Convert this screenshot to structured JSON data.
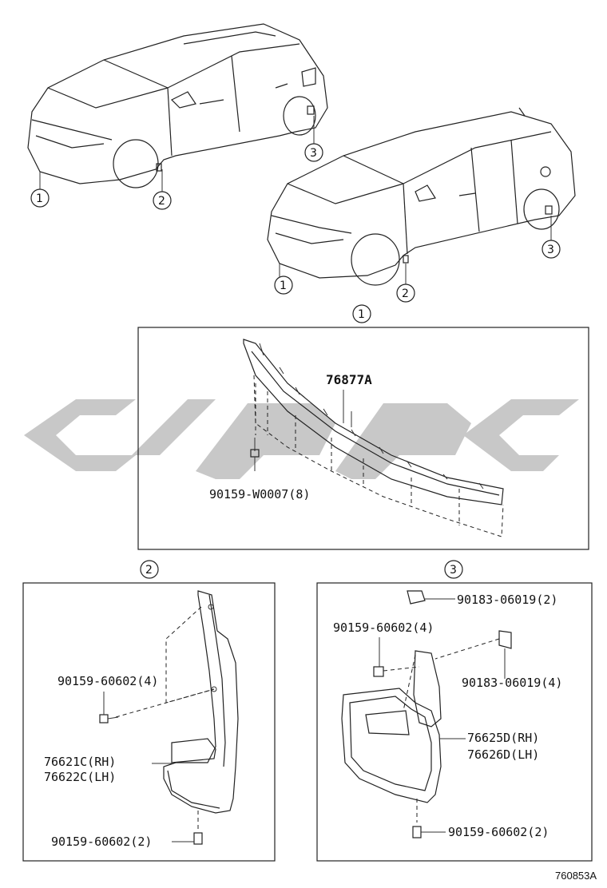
{
  "watermark": {
    "color": "#c8c8c8"
  },
  "callouts": {
    "car1": [
      "1",
      "2",
      "3"
    ],
    "car2": [
      "1",
      "2",
      "3"
    ],
    "panel1": "1",
    "panel2": "2",
    "panel3": "3"
  },
  "panel1_labels": {
    "molding": "76877A",
    "clip": "90159-W0007(8)"
  },
  "panel2_labels": {
    "screw_top": "90159-60602(4)",
    "mudguard_rh": "76621C(RH)",
    "mudguard_lh": "76622C(LH)",
    "screw_bottom": "90159-60602(2)"
  },
  "panel3_labels": {
    "nut_top": "90183-06019(2)",
    "screw_top": "90159-60602(4)",
    "nut_side": "90183-06019(4)",
    "mudguard_rh": "76625D(RH)",
    "mudguard_lh": "76626D(LH)",
    "screw_bottom": "90159-60602(2)"
  },
  "figure_ref": "760853A"
}
